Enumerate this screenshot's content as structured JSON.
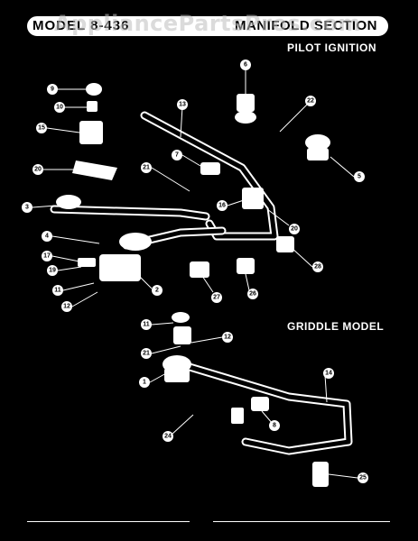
{
  "header": {
    "title_left": "MODEL",
    "title_model": "8-436",
    "title_right": "MANIFOLD SECTION",
    "watermark": "AppliancePartsPros.com"
  },
  "sections": {
    "pilot": "PILOT IGNITION",
    "griddle": "GRIDDLE MODEL"
  },
  "callouts": [
    "1",
    "2",
    "3",
    "4",
    "5",
    "6",
    "7",
    "8",
    "9",
    "10",
    "11",
    "12",
    "13",
    "14",
    "15",
    "16",
    "17",
    "19",
    "20",
    "21",
    "22",
    "24",
    "25",
    "26",
    "27",
    "28"
  ]
}
